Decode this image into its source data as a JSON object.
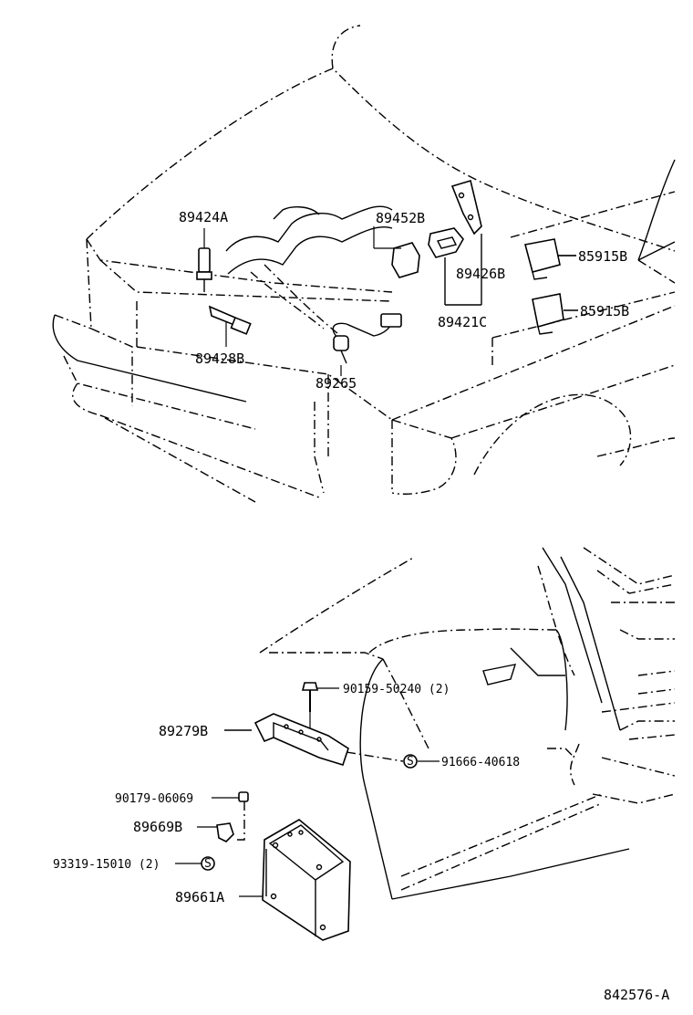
{
  "drawing_code": "842576-A",
  "top_section": {
    "labels": {
      "p89424A": "89424A",
      "p89452B": "89452B",
      "p89426B": "89426B",
      "p89421C": "89421C",
      "p85915B_a": "85915B",
      "p85915B_b": "85915B",
      "p89428B": "89428B",
      "p89265": "89265"
    }
  },
  "bottom_section": {
    "labels": {
      "p90159": "90159-50240 (2)",
      "p89279B": "89279B",
      "p91666": "91666-40618",
      "p90179": "90179-06069",
      "p89669B": "89669B",
      "p93319": "93319-15010 (2)",
      "p89661A": "89661A"
    }
  }
}
